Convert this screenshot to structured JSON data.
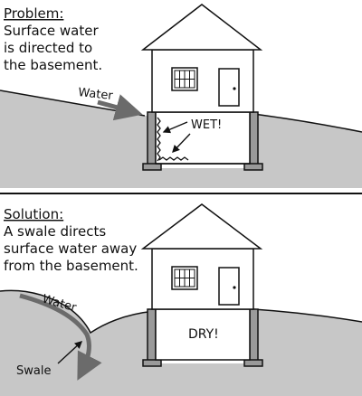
{
  "problem": {
    "heading": "Problem:",
    "description_lines": [
      "Surface water",
      "is directed to",
      "the basement."
    ],
    "water_label": "Water",
    "basement_label": "WET!"
  },
  "solution": {
    "heading": "Solution:",
    "description_lines": [
      "A swale directs",
      "surface water away",
      "from the basement."
    ],
    "water_label": "Water",
    "swale_label": "Swale",
    "basement_label": "DRY!"
  },
  "colors": {
    "ground": "#c7c7c7",
    "line": "#111111",
    "arrow": "#6b6b6b",
    "foundation": "#9a9a9a",
    "background": "#ffffff"
  },
  "icons": [
    "house-icon",
    "window-icon",
    "door-icon",
    "arrow-icon"
  ]
}
